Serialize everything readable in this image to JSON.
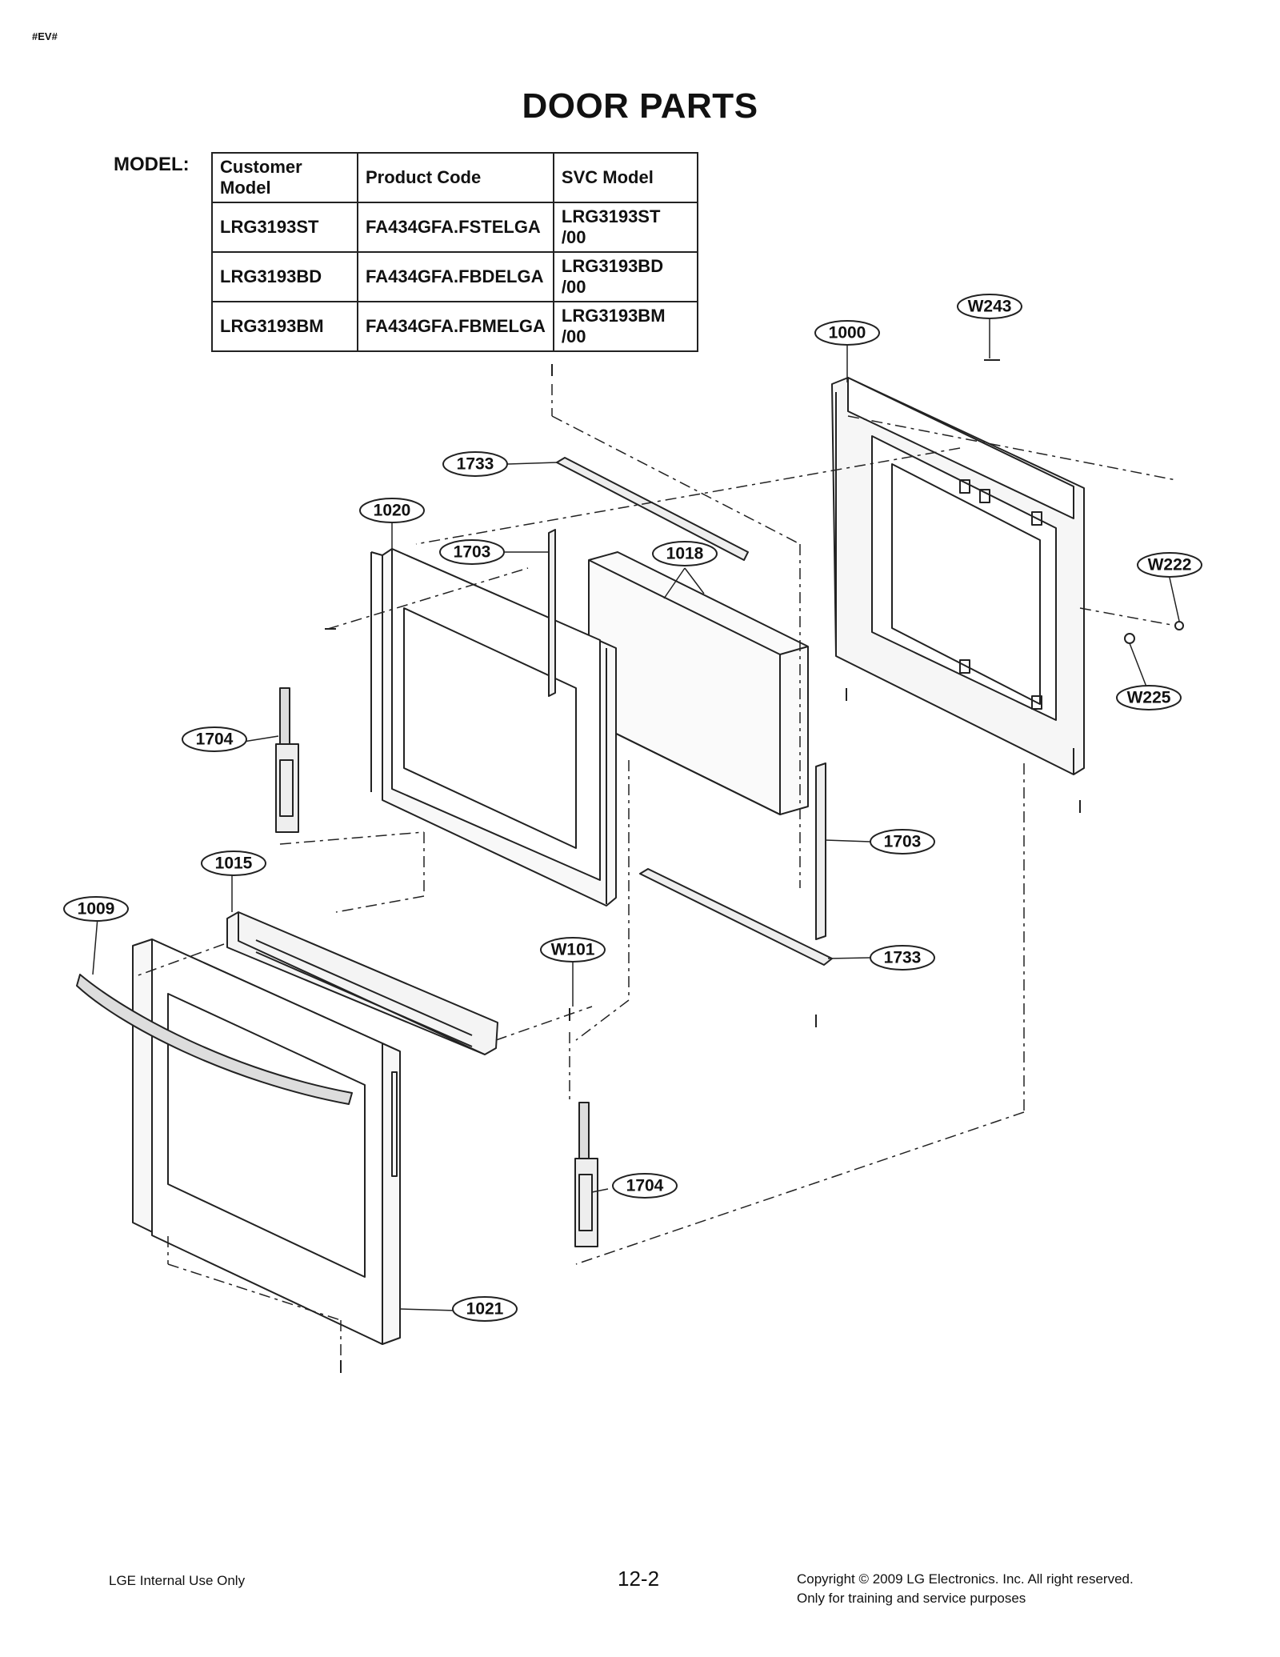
{
  "header": {
    "tag": "#EV#",
    "title": "DOOR PARTS",
    "model_label": "MODEL:"
  },
  "model_table": {
    "columns": [
      "Customer Model",
      "Product Code",
      "SVC Model"
    ],
    "rows": [
      [
        "LRG3193ST",
        "FA434GFA.FSTELGA",
        "LRG3193ST  /00"
      ],
      [
        "LRG3193BD",
        "FA434GFA.FBDELGA",
        "LRG3193BD  /00"
      ],
      [
        "LRG3193BM",
        "FA434GFA.FBMELGA",
        "LRG3193BM  /00"
      ]
    ]
  },
  "callouts": {
    "w243": "W243",
    "p1000": "1000",
    "p1733_top": "1733",
    "p1020": "1020",
    "p1703_left": "1703",
    "p1018": "1018",
    "w222": "W222",
    "w225": "W225",
    "p1704_left": "1704",
    "p1703_right": "1703",
    "p1015": "1015",
    "p1009": "1009",
    "w101": "W101",
    "p1733_bottom": "1733",
    "p1704_bottom": "1704",
    "p1021": "1021"
  },
  "footer": {
    "left": "LGE Internal Use Only",
    "page": "12-2",
    "copyright": "Copyright © 2009 LG Electronics. Inc. All right reserved.",
    "training": "Only for training and service purposes"
  }
}
